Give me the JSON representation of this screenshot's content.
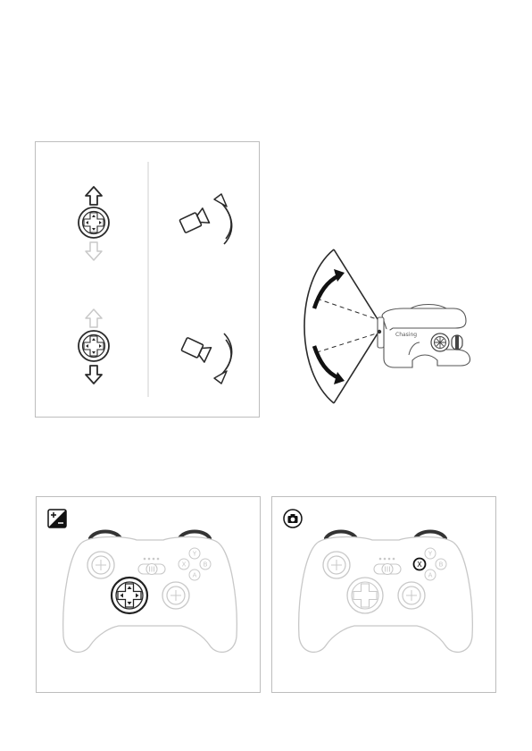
{
  "drone": {
    "brand_text": "Chasing"
  },
  "controller": {
    "button_y": "Y",
    "button_x": "X",
    "button_b": "B",
    "button_a": "A"
  },
  "icons": {
    "brightness": "brightness-icon",
    "camera": "camera-icon",
    "tilt_up": "camera-tilt-up-icon",
    "tilt_down": "camera-tilt-down-icon"
  },
  "colors": {
    "line": "#3a3a3a",
    "faded": "#c8c8c8",
    "highlight": "#111111",
    "panel_border": "#bdbdbd"
  }
}
